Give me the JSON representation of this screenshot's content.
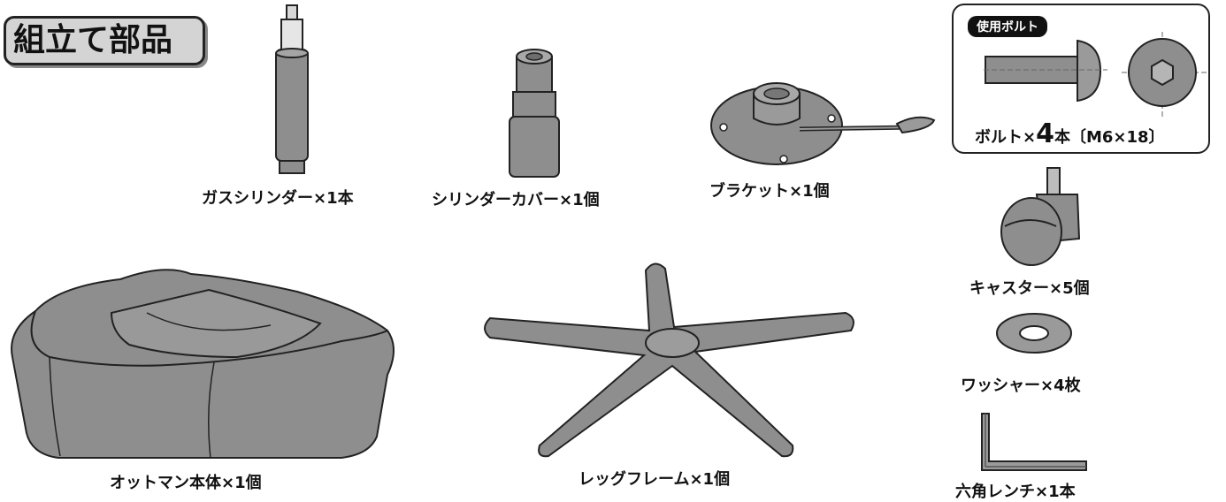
{
  "title": "組立て部品",
  "bolt_box": {
    "tag": "使用ボルト",
    "label_prefix": "ボルト×",
    "count": "4",
    "label_suffix": "本〔M6×18〕"
  },
  "parts": {
    "gas_cylinder": "ガスシリンダー×1本",
    "cylinder_cover": "シリンダーカバー×1個",
    "bracket": "ブラケット×1個",
    "caster": "キャスター×5個",
    "washer": "ワッシャー×4枚",
    "hex_wrench": "六角レンチ×1本",
    "ottoman_body": "オットマン本体×1個",
    "leg_frame": "レッグフレーム×1個"
  }
}
